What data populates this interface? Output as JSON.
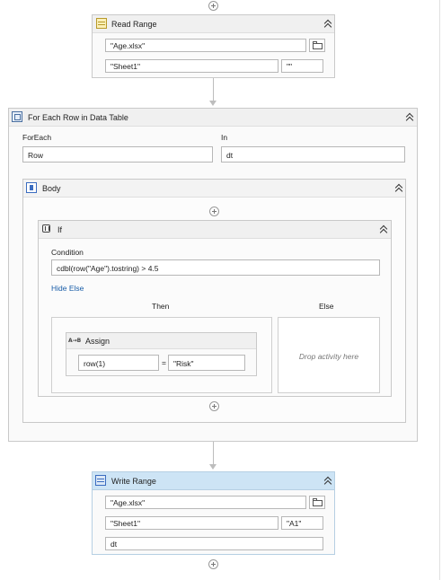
{
  "read_range": {
    "title": "Read Range",
    "workbook_path": "\"Age.xlsx\"",
    "sheet_name": "\"Sheet1\"",
    "range": "\"\""
  },
  "for_each": {
    "title": "For Each Row in Data Table",
    "foreach_label": "ForEach",
    "foreach_value": "Row",
    "in_label": "In",
    "in_value": "dt"
  },
  "body": {
    "title": "Body"
  },
  "if_block": {
    "title": "If",
    "condition_label": "Condition",
    "condition_value": "cdbl(row(\"Age\").tostring) > 4.5",
    "hide_else_link": "Hide Else",
    "then_label": "Then",
    "else_label": "Else",
    "drop_placeholder": "Drop activity here"
  },
  "assign": {
    "title": "Assign",
    "to_value": "row(1)",
    "operator": "=",
    "value": "\"Risk\""
  },
  "write_range": {
    "title": "Write Range",
    "workbook_path": "\"Age.xlsx\"",
    "sheet_name": "\"Sheet1\"",
    "start_cell": "\"A1\"",
    "datatable": "dt"
  },
  "icons": {
    "read_range": "excel-table-icon",
    "for_each": "for-each-row-icon",
    "body": "sequence-body-icon",
    "if": "if-decision-icon",
    "assign": "assign-icon",
    "write_range": "write-range-icon",
    "collapse": "double-chevron-up-icon",
    "add": "plus-circle-icon",
    "browse": "folder-icon"
  },
  "colors": {
    "selected_header": "#cde4f5",
    "link": "#1a5ea8",
    "connector": "#bdbdbd"
  }
}
